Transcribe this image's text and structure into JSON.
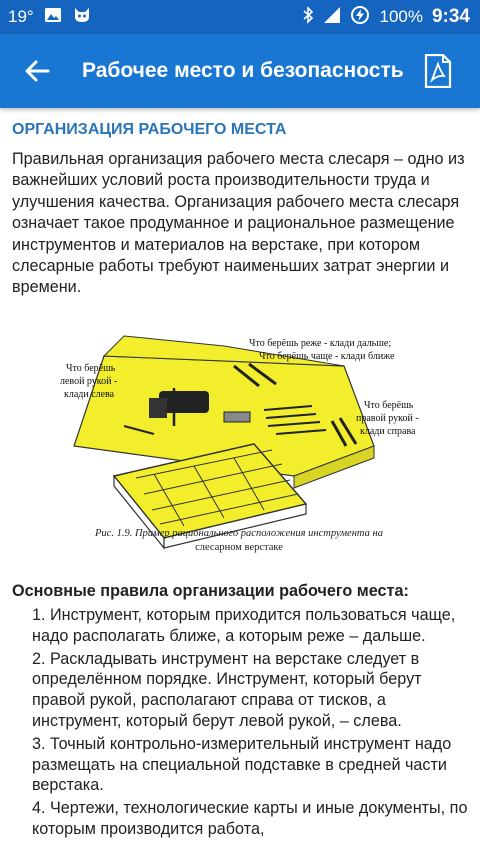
{
  "statusbar": {
    "temperature": "19°",
    "battery": "100%",
    "time": "9:34"
  },
  "appbar": {
    "title": "Рабочее место и безопасность"
  },
  "article": {
    "section_title": "ОРГАНИЗАЦИЯ РАБОЧЕГО МЕСТА",
    "intro": "Правильная организация рабочего места слесаря – одно из важнейших условий роста производительности труда и улучшения качества. Организация рабочего места слесаря означает такое продуманное и рациональное размещение инструментов и материалов на верстаке, при котором слесарные работы требуют наименьших затрат энергии и времени.",
    "figure": {
      "label_top_1": "Что берёшь реже - клади дальше;",
      "label_top_2": "Что берёшь чаще - клади ближе",
      "label_left_1": "Что берёшь",
      "label_left_2": "левой рукой -",
      "label_left_3": "клади слева",
      "label_right_1": "Что берёшь",
      "label_right_2": "правой рукой -",
      "label_right_3": "клади справа",
      "caption_line1": "Рис. 1.9. Пример рационального расположения инструмента на",
      "caption_line2": "слесарном верстаке"
    },
    "rules_title": "Основные правила организации рабочего места:",
    "rules": [
      "1. Инструмент, которым приходится пользоваться чаще, надо располагать ближе, а которым реже – дальше.",
      "2. Раскладывать инструмент на верстаке следует в определённом порядке. Инструмент, который берут правой рукой, располагают справа от тисков, а инструмент, который берут левой рукой, – слева.",
      "3. Точный контрольно-измерительный инструмент надо размещать на специальной подставке в средней части верстака.",
      "4. Чертежи, технологические карты и иные документы, по которым производится работа,"
    ]
  },
  "colors": {
    "statusbar": "#1565c0",
    "appbar": "#1976d2",
    "section_title": "#2a74b8",
    "bench_yellow": "#f2ee2c"
  }
}
